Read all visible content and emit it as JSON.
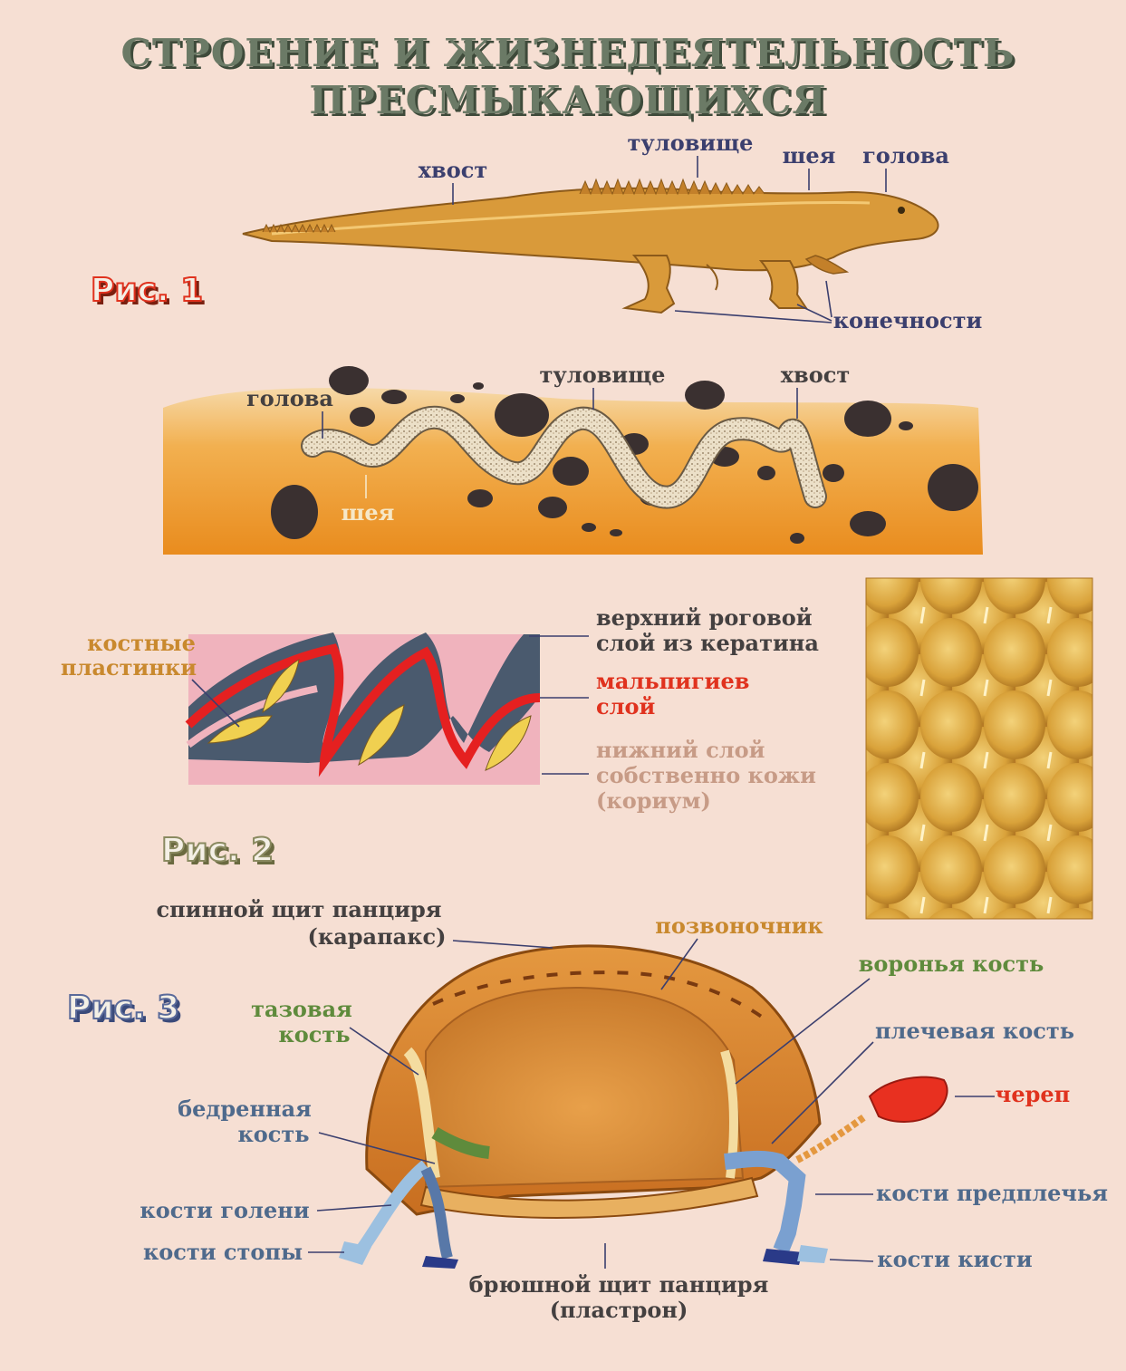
{
  "title": {
    "line1": "СТРОЕНИЕ И ЖИЗНЕДЕЯТЕЛЬНОСТЬ",
    "line2": "ПРЕСМЫКАЮЩИХСЯ"
  },
  "fig1": {
    "caption": "Рис. 1",
    "tail": "хвост",
    "trunk": "туловище",
    "neck": "шея",
    "head": "голова",
    "limbs": "конечности"
  },
  "snake": {
    "head": "голова",
    "trunk": "туловище",
    "tail": "хвост",
    "neck": "шея"
  },
  "fig2": {
    "caption": "Рис. 2",
    "bone_plates_1": "костные",
    "bone_plates_2": "пластинки",
    "horny_1": "верхний роговой",
    "horny_2": "слой из кератина",
    "malpighian_1": "мальпигиев",
    "malpighian_2": "слой",
    "dermis_1": "нижний слой",
    "dermis_2": "собственно кожи",
    "dermis_3": "(кориум)"
  },
  "fig3": {
    "caption": "Рис. 3",
    "carapace_1": "спинной щит панциря",
    "carapace_2": "(карапакс)",
    "spine": "позвоночник",
    "coracoid": "воронья кость",
    "pelvis_1": "тазовая",
    "pelvis_2": "кость",
    "humerus": "плечевая кость",
    "skull": "череп",
    "femur_1": "бедренная",
    "femur_2": "кость",
    "forearm": "кости предплечья",
    "shin": "кости голени",
    "foot": "кости стопы",
    "hand": "кости кисти",
    "plastron_1": "брюшной щит панциря",
    "plastron_2": "(пластрон)"
  }
}
